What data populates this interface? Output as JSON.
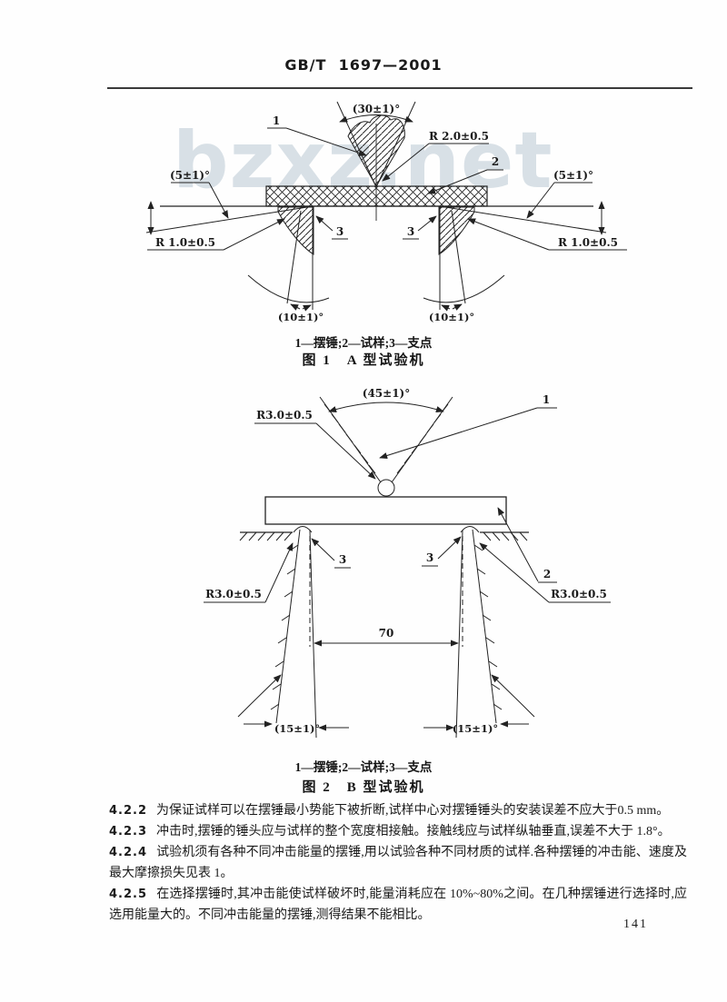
{
  "page": {
    "doc_number": "GB/T  1697—2001",
    "watermark": "bzxz.net",
    "page_number": "141"
  },
  "figure1": {
    "legend": "1—摆锤;2—试样;3—支点",
    "title": "图 1　A 型试验机",
    "labels": {
      "angle_top": "(30±1)°",
      "radius_tip": "R 2.0±0.5",
      "part_1": "1",
      "part_2": "2",
      "part_3_left": "3",
      "part_3_right": "3",
      "angle_left": "(5±1)°",
      "angle_right": "(5±1)°",
      "radius_left": "R 1.0±0.5",
      "radius_right": "R 1.0±0.5",
      "angle_bottom_left": "(10±1)°",
      "angle_bottom_right": "(10±1)°"
    }
  },
  "figure2": {
    "legend": "1—摆锤;2—试样;3—支点",
    "title": "图 2　B 型试验机",
    "labels": {
      "angle_top": "(45±1)°",
      "radius_tip": "R3.0±0.5",
      "part_1": "1",
      "part_2": "2",
      "part_3_left": "3",
      "part_3_right": "3",
      "radius_left": "R3.0±0.5",
      "radius_right": "R3.0±0.5",
      "span": "70",
      "angle_bottom_left": "(15±1)°",
      "angle_bottom_right": "(15±1)°"
    }
  },
  "body": {
    "clauses": [
      {
        "num": "4.2.2",
        "text": "为保证试样可以在摆锤最小势能下被折断,试样中心对摆锤锤头的安装误差不应大于0.5 mm。"
      },
      {
        "num": "4.2.3",
        "text": "冲击时,摆锤的锤头应与试样的整个宽度相接触。接触线应与试样纵轴垂直,误差不大于 1.8°。"
      },
      {
        "num": "4.2.4",
        "text": "试验机须有各种不同冲击能量的摆锤,用以试验各种不同材质的试样.各种摆锤的冲击能、速度及最大摩擦损失见表 1。"
      },
      {
        "num": "4.2.5",
        "text": "在选择摆锤时,其冲击能使试样破坏时,能量消耗应在 10%~80%之间。在几种摆锤进行选择时,应选用能量大的。不同冲击能量的摆锤,测得结果不能相比。"
      }
    ]
  }
}
